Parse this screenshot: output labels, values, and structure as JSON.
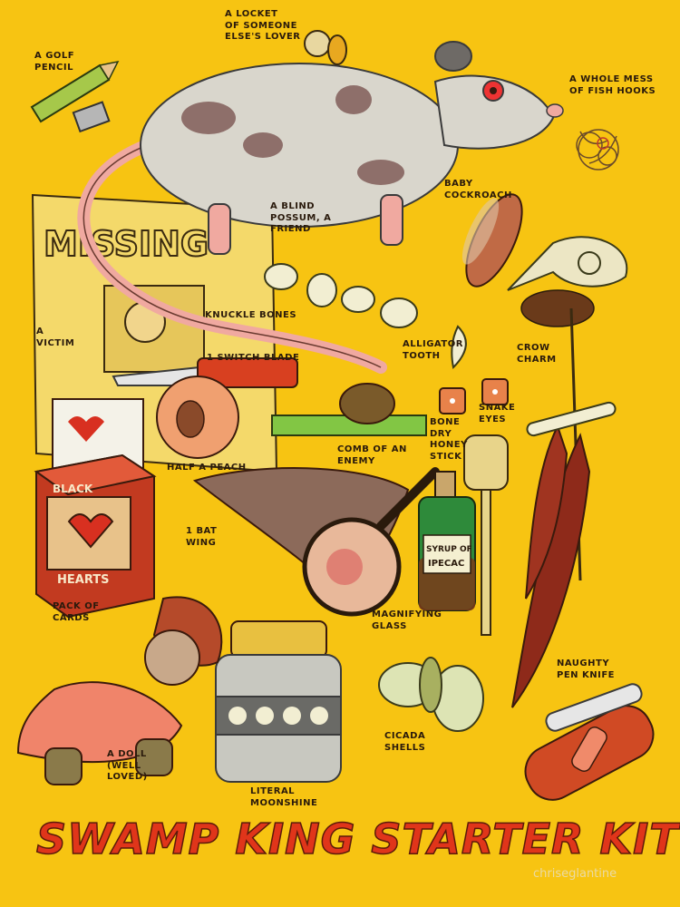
{
  "labels": {
    "locket": "A LOCKET\nOF SOMEONE\nELSE'S LOVER",
    "golf_pencil": "A GOLF\nPENCIL",
    "fish_hooks": "A WHOLE MESS\nOF FISH HOOKS",
    "possum": "A BLIND\nPOSSUM, A\nFRIEND",
    "cockroach": "BABY\nCOCKROACH",
    "victim": "A\nVICTIM",
    "knuckle": "KNUCKLE BONES",
    "switchblade": "1 SWITCH BLADE",
    "alligator": "ALLIGATOR\nTOOTH",
    "crow": "CROW\nCHARM",
    "snake_eyes": "SNAKE\nEYES",
    "comb": "COMB OF AN\nENEMY",
    "peach": "HALF A PEACH",
    "honey": "BONE\nDRY\nHONEY\nSTICK",
    "bat": "1 BAT\nWING",
    "ipecac": "SYRUP OF\nIPECAC",
    "cards": "PACK OF\nCARDS",
    "magnify": "MAGNIFYING\nGLASS",
    "penknife": "NAUGHTY\nPEN KNIFE",
    "doll": "A DOLL\n(WELL\nLOVED)",
    "moonshine": "LITERAL\nMOONSHINE",
    "cicada": "CICADA\nSHELLS",
    "poster_word": "MISSING",
    "card_box_top": "BLACK",
    "card_box_bottom": "HEARTS"
  },
  "title": "SWAMP KING STARTER KIT",
  "watermark": "chriseglantine",
  "colors": {
    "background": "#f7c412",
    "title": "#e0351a",
    "ink": "#2a1a0c"
  }
}
